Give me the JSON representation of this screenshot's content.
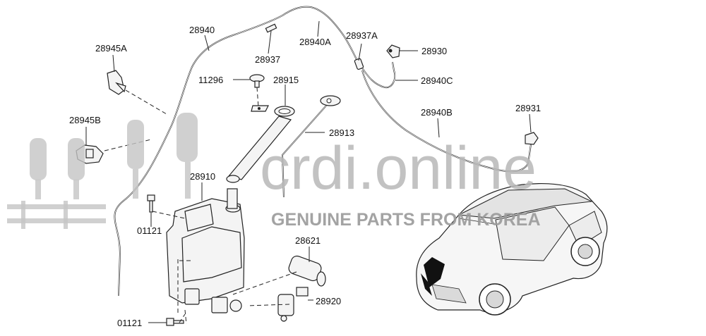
{
  "parts": {
    "p28940": "28940",
    "p28940A": "28940A",
    "p28937A": "28937A",
    "p28945A": "28945A",
    "p28937": "28937",
    "p28930": "28930",
    "p11296": "11296",
    "p28915": "28915",
    "p28940C": "28940C",
    "p28945B": "28945B",
    "p28940B": "28940B",
    "p28931": "28931",
    "p28913": "28913",
    "p28910": "28910",
    "p01121_top": "01121",
    "p28621": "28621",
    "p28920": "28920",
    "p01121_bottom": "01121"
  },
  "watermark": {
    "brand": "crdi.online",
    "tagline": "GENUINE PARTS FROM KOREA"
  }
}
